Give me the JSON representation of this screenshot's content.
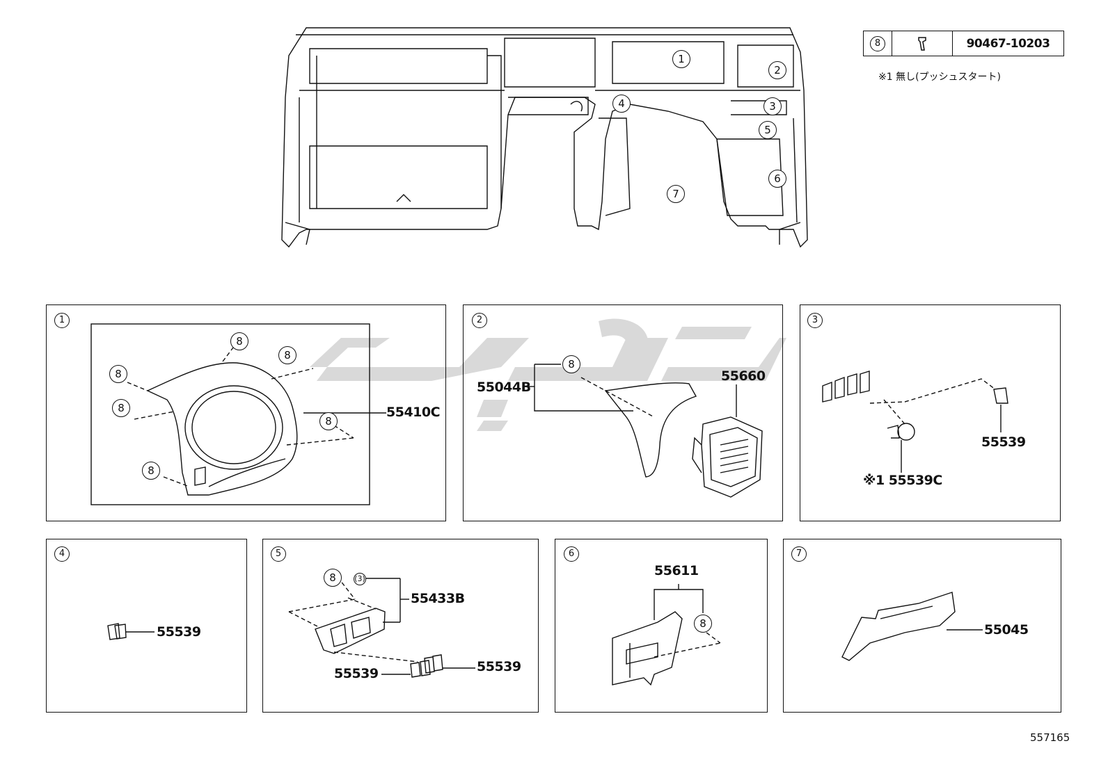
{
  "legend": {
    "ref": "8",
    "part_no": "90467-10203",
    "note": "※1 無し(プッシュスタート)"
  },
  "overview_markers": [
    "1",
    "2",
    "3",
    "4",
    "5",
    "6",
    "7"
  ],
  "panels": [
    {
      "id": "1",
      "parts": [
        "55410C"
      ],
      "refs": [
        "8"
      ]
    },
    {
      "id": "2",
      "parts": [
        "55044B",
        "55660"
      ],
      "refs": [
        "8"
      ]
    },
    {
      "id": "3",
      "parts": [
        "55539",
        "※1 55539C"
      ]
    },
    {
      "id": "4",
      "parts": [
        "55539"
      ]
    },
    {
      "id": "5",
      "parts": [
        "55433B",
        "55539",
        "55539"
      ],
      "refs": [
        "8",
        "(3)"
      ]
    },
    {
      "id": "6",
      "parts": [
        "55611"
      ],
      "refs": [
        "8"
      ]
    },
    {
      "id": "7",
      "parts": [
        "55045"
      ]
    }
  ],
  "diagram_id": "557165",
  "colors": {
    "line": "#111111",
    "watermark": "#d8d8d8"
  }
}
